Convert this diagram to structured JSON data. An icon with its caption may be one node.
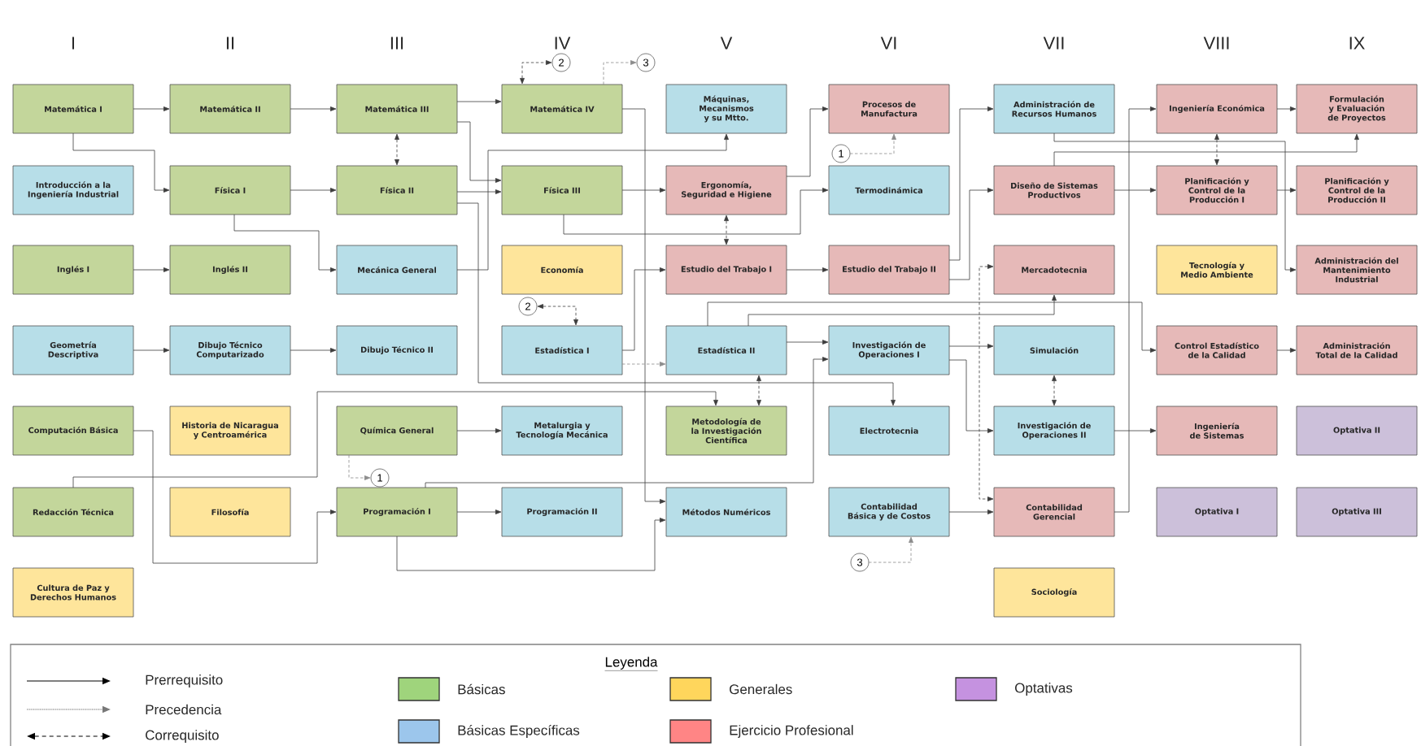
{
  "diagram": {
    "nodes": [
      {
        "text": [
          "Matemática I"
        ]
      },
      {
        "text": [
          "Matemática II"
        ]
      },
      {
        "text": [
          "Matemática III"
        ]
      },
      {
        "text": [
          "Matemática IV"
        ]
      },
      {
        "text": [
          "Máquinas, Mecanismos y su Mtto."
        ]
      },
      {
        "text": [
          "Procesos de Manufactura"
        ]
      },
      {
        "text": [
          "Administración de Recursos Humanos"
        ]
      },
      {
        "text": [
          "Ingeniería Económica"
        ]
      },
      {
        "text": [
          "Formulación y Evaluación de Proyectos"
        ]
      },
      {
        "text": [
          "Introducción a la Ingeniería Industrial"
        ]
      },
      {
        "text": [
          "Física I"
        ]
      },
      {
        "text": [
          "Física II"
        ]
      },
      {
        "text": [
          "Física III"
        ]
      },
      {
        "text": [
          "Ergonomía, Seguridad e Higiene"
        ]
      },
      {
        "text": [
          "Termodinámica"
        ]
      },
      {
        "text": [
          "Diseño de Sistemas Productivos"
        ]
      },
      {
        "text": [
          "Planificación y Control de la Producción I"
        ]
      },
      {
        "text": [
          "Planificación y Control de la Producción II"
        ]
      },
      {
        "text": [
          "Inglés I"
        ]
      },
      {
        "text": [
          "Inglés II"
        ]
      },
      {
        "text": [
          "Mecánica General"
        ]
      },
      {
        "text": [
          "Economía"
        ]
      },
      {
        "text": [
          "Estudio del Trabajo I"
        ]
      },
      {
        "text": [
          "Estudio del Trabajo II"
        ]
      },
      {
        "text": [
          "Mercadotecnia"
        ]
      },
      {
        "text": [
          "Tecnología y Medio Ambiente"
        ]
      },
      {
        "text": [
          "Administración del Mantenimiento Industrial"
        ]
      },
      {
        "text": [
          "Geometría Descriptiva"
        ]
      },
      {
        "text": [
          "Dibujo Técnico Computarizado"
        ]
      },
      {
        "text": [
          "Dibujo Técnico II"
        ]
      },
      {
        "text": [
          "Estadística I"
        ]
      },
      {
        "text": [
          "Estadística II"
        ]
      },
      {
        "text": [
          "Investigación de Operaciones I"
        ]
      },
      {
        "text": [
          "Simulación"
        ]
      },
      {
        "text": [
          "Control Estadístico de la Calidad"
        ]
      },
      {
        "text": [
          "Administración Total de la Calidad"
        ]
      },
      {
        "text": [
          "Computación Básica"
        ]
      },
      {
        "text": [
          "Historia de Nicaragua y Centroamérica"
        ]
      },
      {
        "text": [
          "Química General"
        ]
      },
      {
        "text": [
          "Metalurgia y Tecnología Mecánica"
        ]
      },
      {
        "text": [
          "Metodología de la Investigación Científica"
        ]
      },
      {
        "text": [
          "Electrotecnia"
        ]
      },
      {
        "text": [
          "Investigación de Operaciones II"
        ]
      },
      {
        "text": [
          "Ingeniería de Sistemas"
        ]
      },
      {
        "text": [
          "Optativa II"
        ]
      },
      {
        "text": [
          "Redacción Técnica"
        ]
      },
      {
        "text": [
          "Filosofía"
        ]
      },
      {
        "text": [
          "Programación I"
        ]
      },
      {
        "text": [
          "Programación II"
        ]
      },
      {
        "text": [
          "Métodos Numéricos"
        ]
      },
      {
        "text": [
          "Contabilidad Básica y de Costos"
        ]
      },
      {
        "text": [
          "Contabilidad Gerencial"
        ]
      },
      {
        "text": [
          "Optativa I"
        ]
      },
      {
        "text": [
          "Optativa III"
        ]
      },
      {
        "text": [
          "Cultura de Paz y Derechos Humanos"
        ]
      },
      {
        "text": [
          "Sociología"
        ]
      },
      {
        "text": [
          "2"
        ]
      },
      {
        "text": [
          "3"
        ]
      },
      {
        "text": [
          "1"
        ]
      },
      {
        "text": [
          "2"
        ]
      },
      {
        "text": [
          "1"
        ]
      },
      {
        "text": [
          "3"
        ]
      }
    ],
    "edges": [
      {
        "from": 0,
        "to": 1,
        "arrow": "to"
      },
      {
        "from": 1,
        "to": 2,
        "arrow": "to"
      },
      {
        "from": 2,
        "to": 3,
        "arrow": "to"
      },
      {
        "from": 0,
        "to": 10,
        "arrow": "to"
      },
      {
        "from": 10,
        "to": 11,
        "arrow": "to"
      },
      {
        "from": 2,
        "to": 11,
        "arrow": "both",
        "style": "dashed"
      },
      {
        "from": 10,
        "to": 20,
        "arrow": "to"
      },
      {
        "from": 18,
        "to": 19,
        "arrow": "to"
      },
      {
        "from": 27,
        "to": 28,
        "arrow": "to"
      },
      {
        "from": 28,
        "to": 29,
        "arrow": "to"
      },
      {
        "from": 2,
        "to": 12,
        "arrow": "to"
      },
      {
        "from": 11,
        "to": 12,
        "arrow": "to"
      },
      {
        "from": 20,
        "to": 4,
        "arrow": "to"
      },
      {
        "from": 11,
        "to": 41,
        "arrow": "to"
      },
      {
        "from": 45,
        "to": 40,
        "arrow": "to"
      },
      {
        "from": 3,
        "to": 49,
        "arrow": "to"
      },
      {
        "from": 47,
        "to": 49,
        "arrow": "to"
      },
      {
        "from": 12,
        "to": 13,
        "arrow": "to"
      },
      {
        "from": 12,
        "to": 14,
        "arrow": "to"
      },
      {
        "from": 13,
        "to": 5,
        "arrow": "to"
      },
      {
        "from": 13,
        "to": 22,
        "arrow": "both",
        "style": "dashed"
      },
      {
        "from": 22,
        "to": 23,
        "arrow": "to"
      },
      {
        "from": 30,
        "to": 22,
        "arrow": "to"
      },
      {
        "from": 30,
        "to": 31,
        "arrow": "to",
        "style": "dashed",
        "color": "#8c8c8c"
      },
      {
        "from": 31,
        "to": 32,
        "arrow": "to"
      },
      {
        "from": 31,
        "to": 40,
        "arrow": "both",
        "style": "dashed"
      },
      {
        "from": 31,
        "to": 24,
        "arrow": "to"
      },
      {
        "from": 31,
        "to": 34,
        "arrow": "to"
      },
      {
        "from": 23,
        "to": 6,
        "arrow": "to"
      },
      {
        "from": 23,
        "to": 15,
        "arrow": "to"
      },
      {
        "from": 32,
        "to": 33,
        "arrow": "to"
      },
      {
        "from": 32,
        "to": 42,
        "arrow": "to"
      },
      {
        "from": 33,
        "to": 42,
        "arrow": "both",
        "style": "dashed"
      },
      {
        "from": 47,
        "to": 32,
        "arrow": "to"
      },
      {
        "from": 38,
        "to": 39,
        "arrow": "to"
      },
      {
        "from": 38,
        "to": 60,
        "arrow": "to",
        "style": "dashed",
        "color": "#8c8c8c"
      },
      {
        "from": 58,
        "to": 5,
        "arrow": "to",
        "style": "dashed",
        "color": "#8c8c8c"
      },
      {
        "from": 3,
        "to": 56,
        "arrow": "both",
        "style": "dashed"
      },
      {
        "from": 3,
        "to": 57,
        "arrow": "to",
        "style": "dashed",
        "color": "#8c8c8c"
      },
      {
        "from": 59,
        "to": 30,
        "arrow": "both",
        "style": "dashed"
      },
      {
        "from": 61,
        "to": 50,
        "arrow": "to",
        "style": "dashed",
        "color": "#8c8c8c"
      },
      {
        "from": 36,
        "to": 47,
        "arrow": "to"
      },
      {
        "from": 47,
        "to": 48,
        "arrow": "to"
      },
      {
        "from": 50,
        "to": 51,
        "arrow": "to"
      },
      {
        "from": 24,
        "to": 51,
        "arrow": "both",
        "style": "dashed"
      },
      {
        "from": 51,
        "to": 7,
        "arrow": "to"
      },
      {
        "from": 42,
        "to": 43,
        "arrow": "to"
      },
      {
        "from": 6,
        "to": 26,
        "arrow": "to"
      },
      {
        "from": 15,
        "to": 8,
        "arrow": "to"
      },
      {
        "from": 7,
        "to": 16,
        "arrow": "both",
        "style": "dashed"
      },
      {
        "from": 15,
        "to": 16,
        "arrow": "to"
      },
      {
        "from": 16,
        "to": 17,
        "arrow": "to"
      },
      {
        "from": 34,
        "to": 35,
        "arrow": "to"
      },
      {
        "from": 7,
        "to": 8,
        "arrow": "to"
      }
    ],
    "labels": [
      "I",
      "II",
      "III",
      "IV",
      "V",
      "VI",
      "VII",
      "VIII",
      "IX",
      "Leyenda"
    ],
    "legend": [
      {
        "text": "Prerrequisito"
      },
      {
        "text": "Precedencia"
      },
      {
        "text": "Correquisito"
      },
      {
        "text": "Básicas",
        "color": "#9fd47c"
      },
      {
        "text": "Generales",
        "color": "#ffd65c"
      },
      {
        "text": "Optativas",
        "color": "#c592e0"
      },
      {
        "text": "Básicas Específicas",
        "color": "#9cc6ec"
      },
      {
        "text": "Ejercicio Profesional",
        "color": "#ff8585"
      }
    ]
  }
}
